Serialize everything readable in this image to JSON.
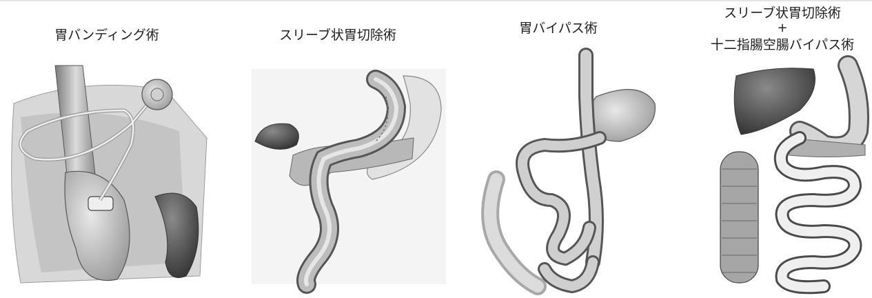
{
  "panels": [
    {
      "title": "胃バンディング術"
    },
    {
      "title": "スリーブ状胃切除術"
    },
    {
      "title": "胃バイパス術"
    },
    {
      "title_line1": "スリーブ状胃切除術",
      "title_plus": "+",
      "title_line2": "十二指腸空腸バイパス術"
    }
  ],
  "colors": {
    "tissue": "#c9c9c9",
    "tissue_light": "#e4e4e4",
    "tissue_dark": "#6f6f6f",
    "organ_dark": "#4a4a4a",
    "outline": "#3a3a3a",
    "background_panel": "#f3f3f3"
  }
}
